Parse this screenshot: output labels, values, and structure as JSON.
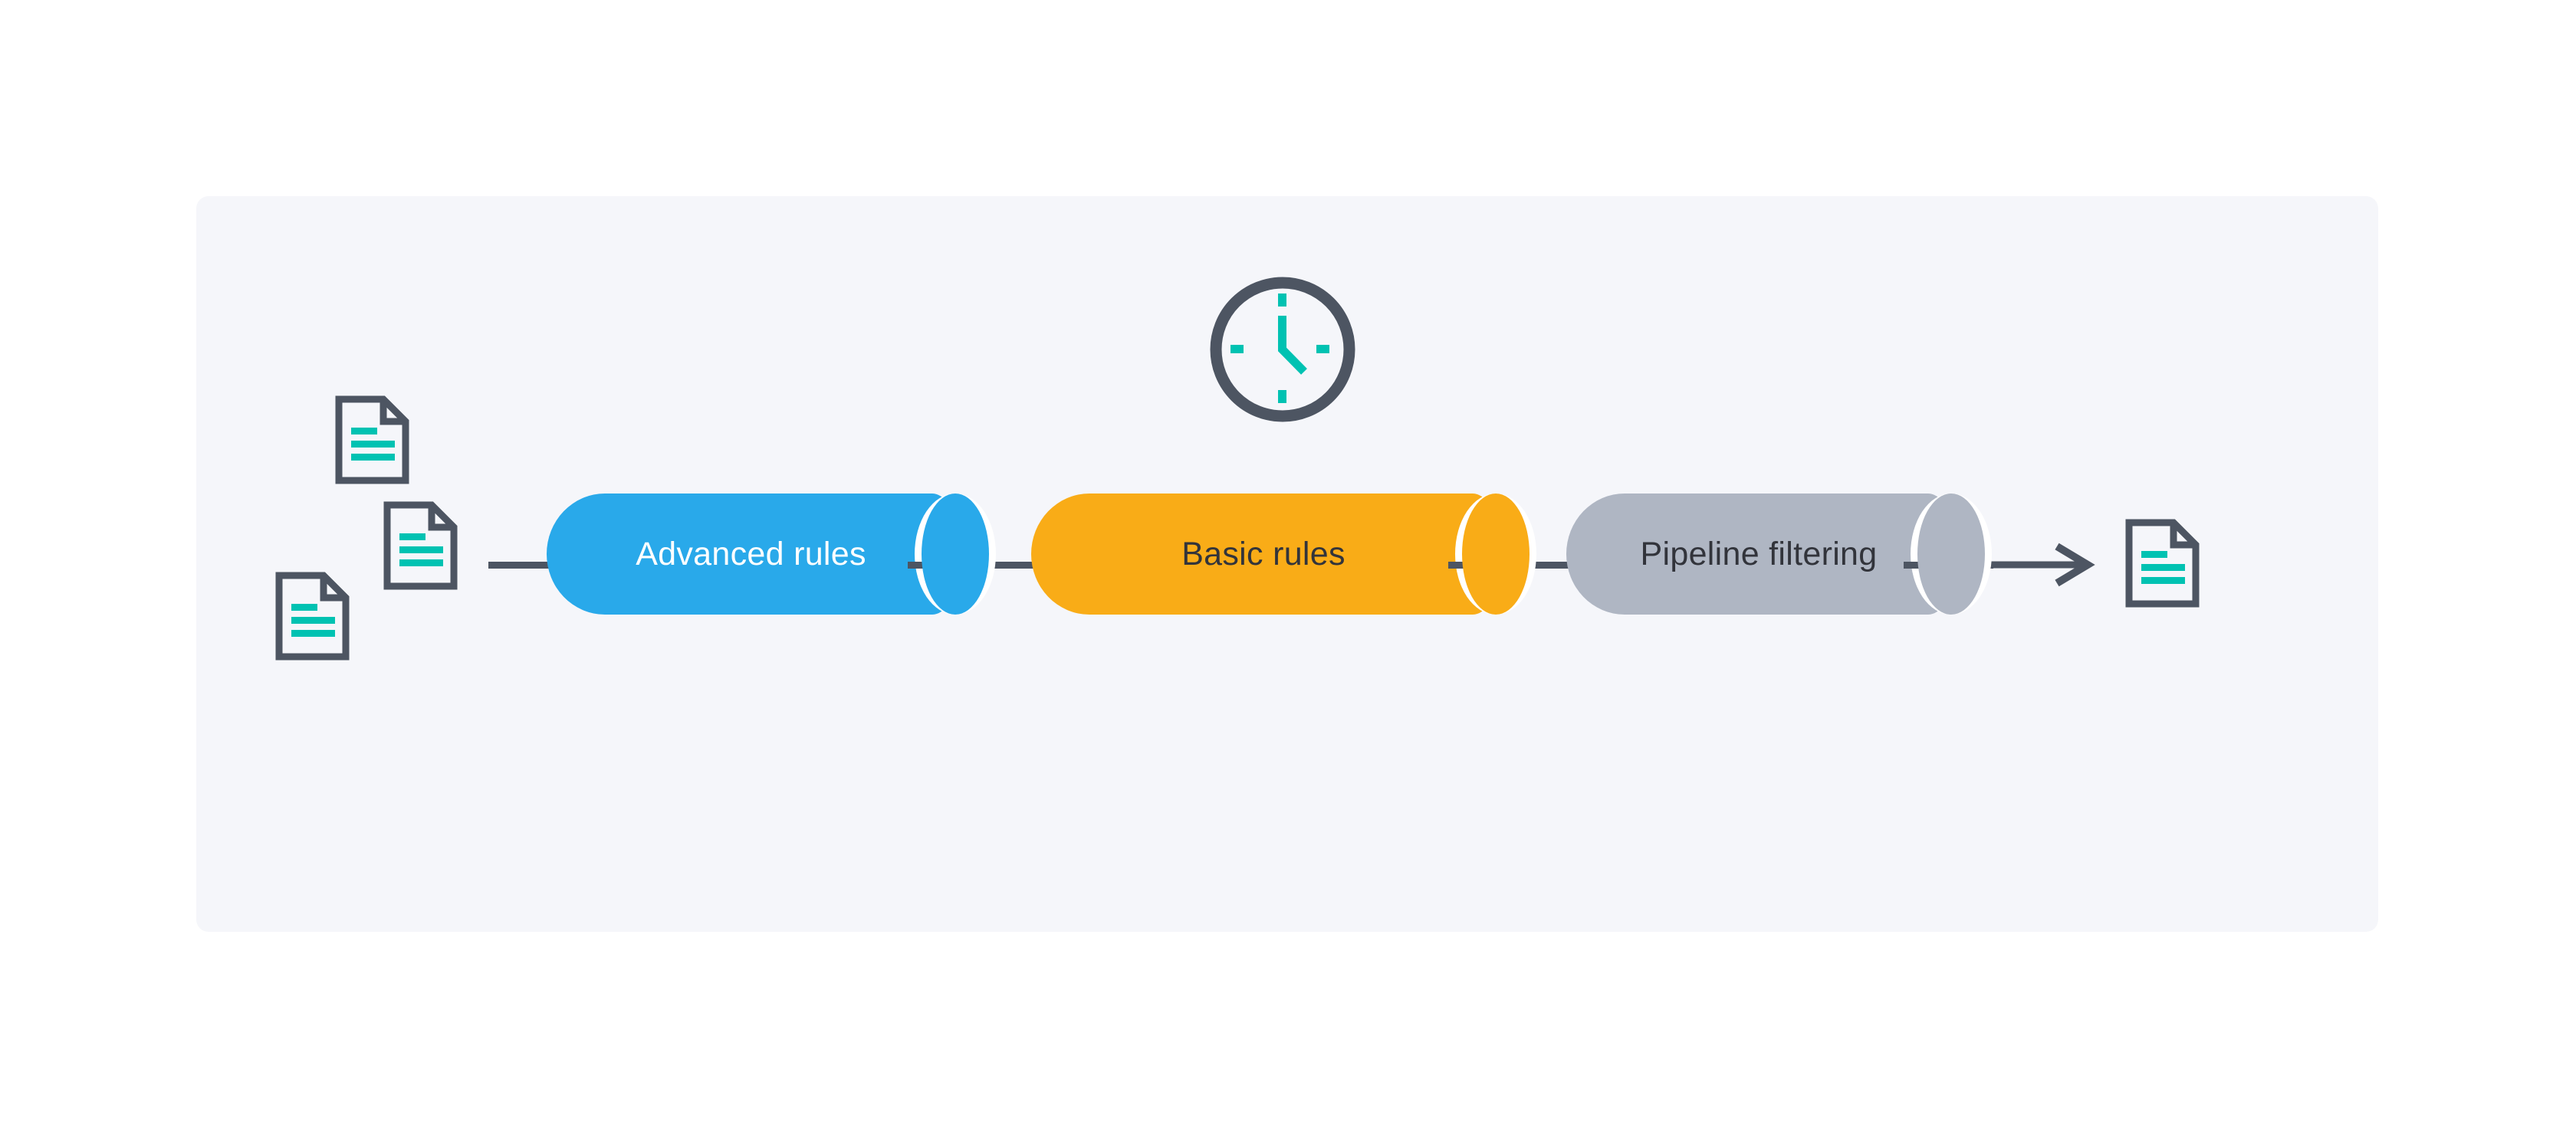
{
  "diagram": {
    "description_not_rendered": "",
    "panel_background": "#F5F6FA",
    "line_color": "#4D5562",
    "accent_teal": "#00C2B2",
    "stages": [
      {
        "label": "Advanced rules",
        "fill": "#29A9EA",
        "text_color": "#FFFFFF"
      },
      {
        "label": "Basic rules",
        "fill": "#F9AC17",
        "text_color": "#32343B"
      },
      {
        "label": "Pipeline filtering",
        "fill": "#AFB6C3",
        "text_color": "#32343B"
      }
    ],
    "icons": {
      "clock": "clock-icon",
      "input_documents": [
        "document-icon",
        "document-icon",
        "document-icon"
      ],
      "output_documents": [
        "document-icon"
      ],
      "arrow": "arrow-right-icon"
    },
    "input_documents_count": 3,
    "output_documents_count": 1
  }
}
